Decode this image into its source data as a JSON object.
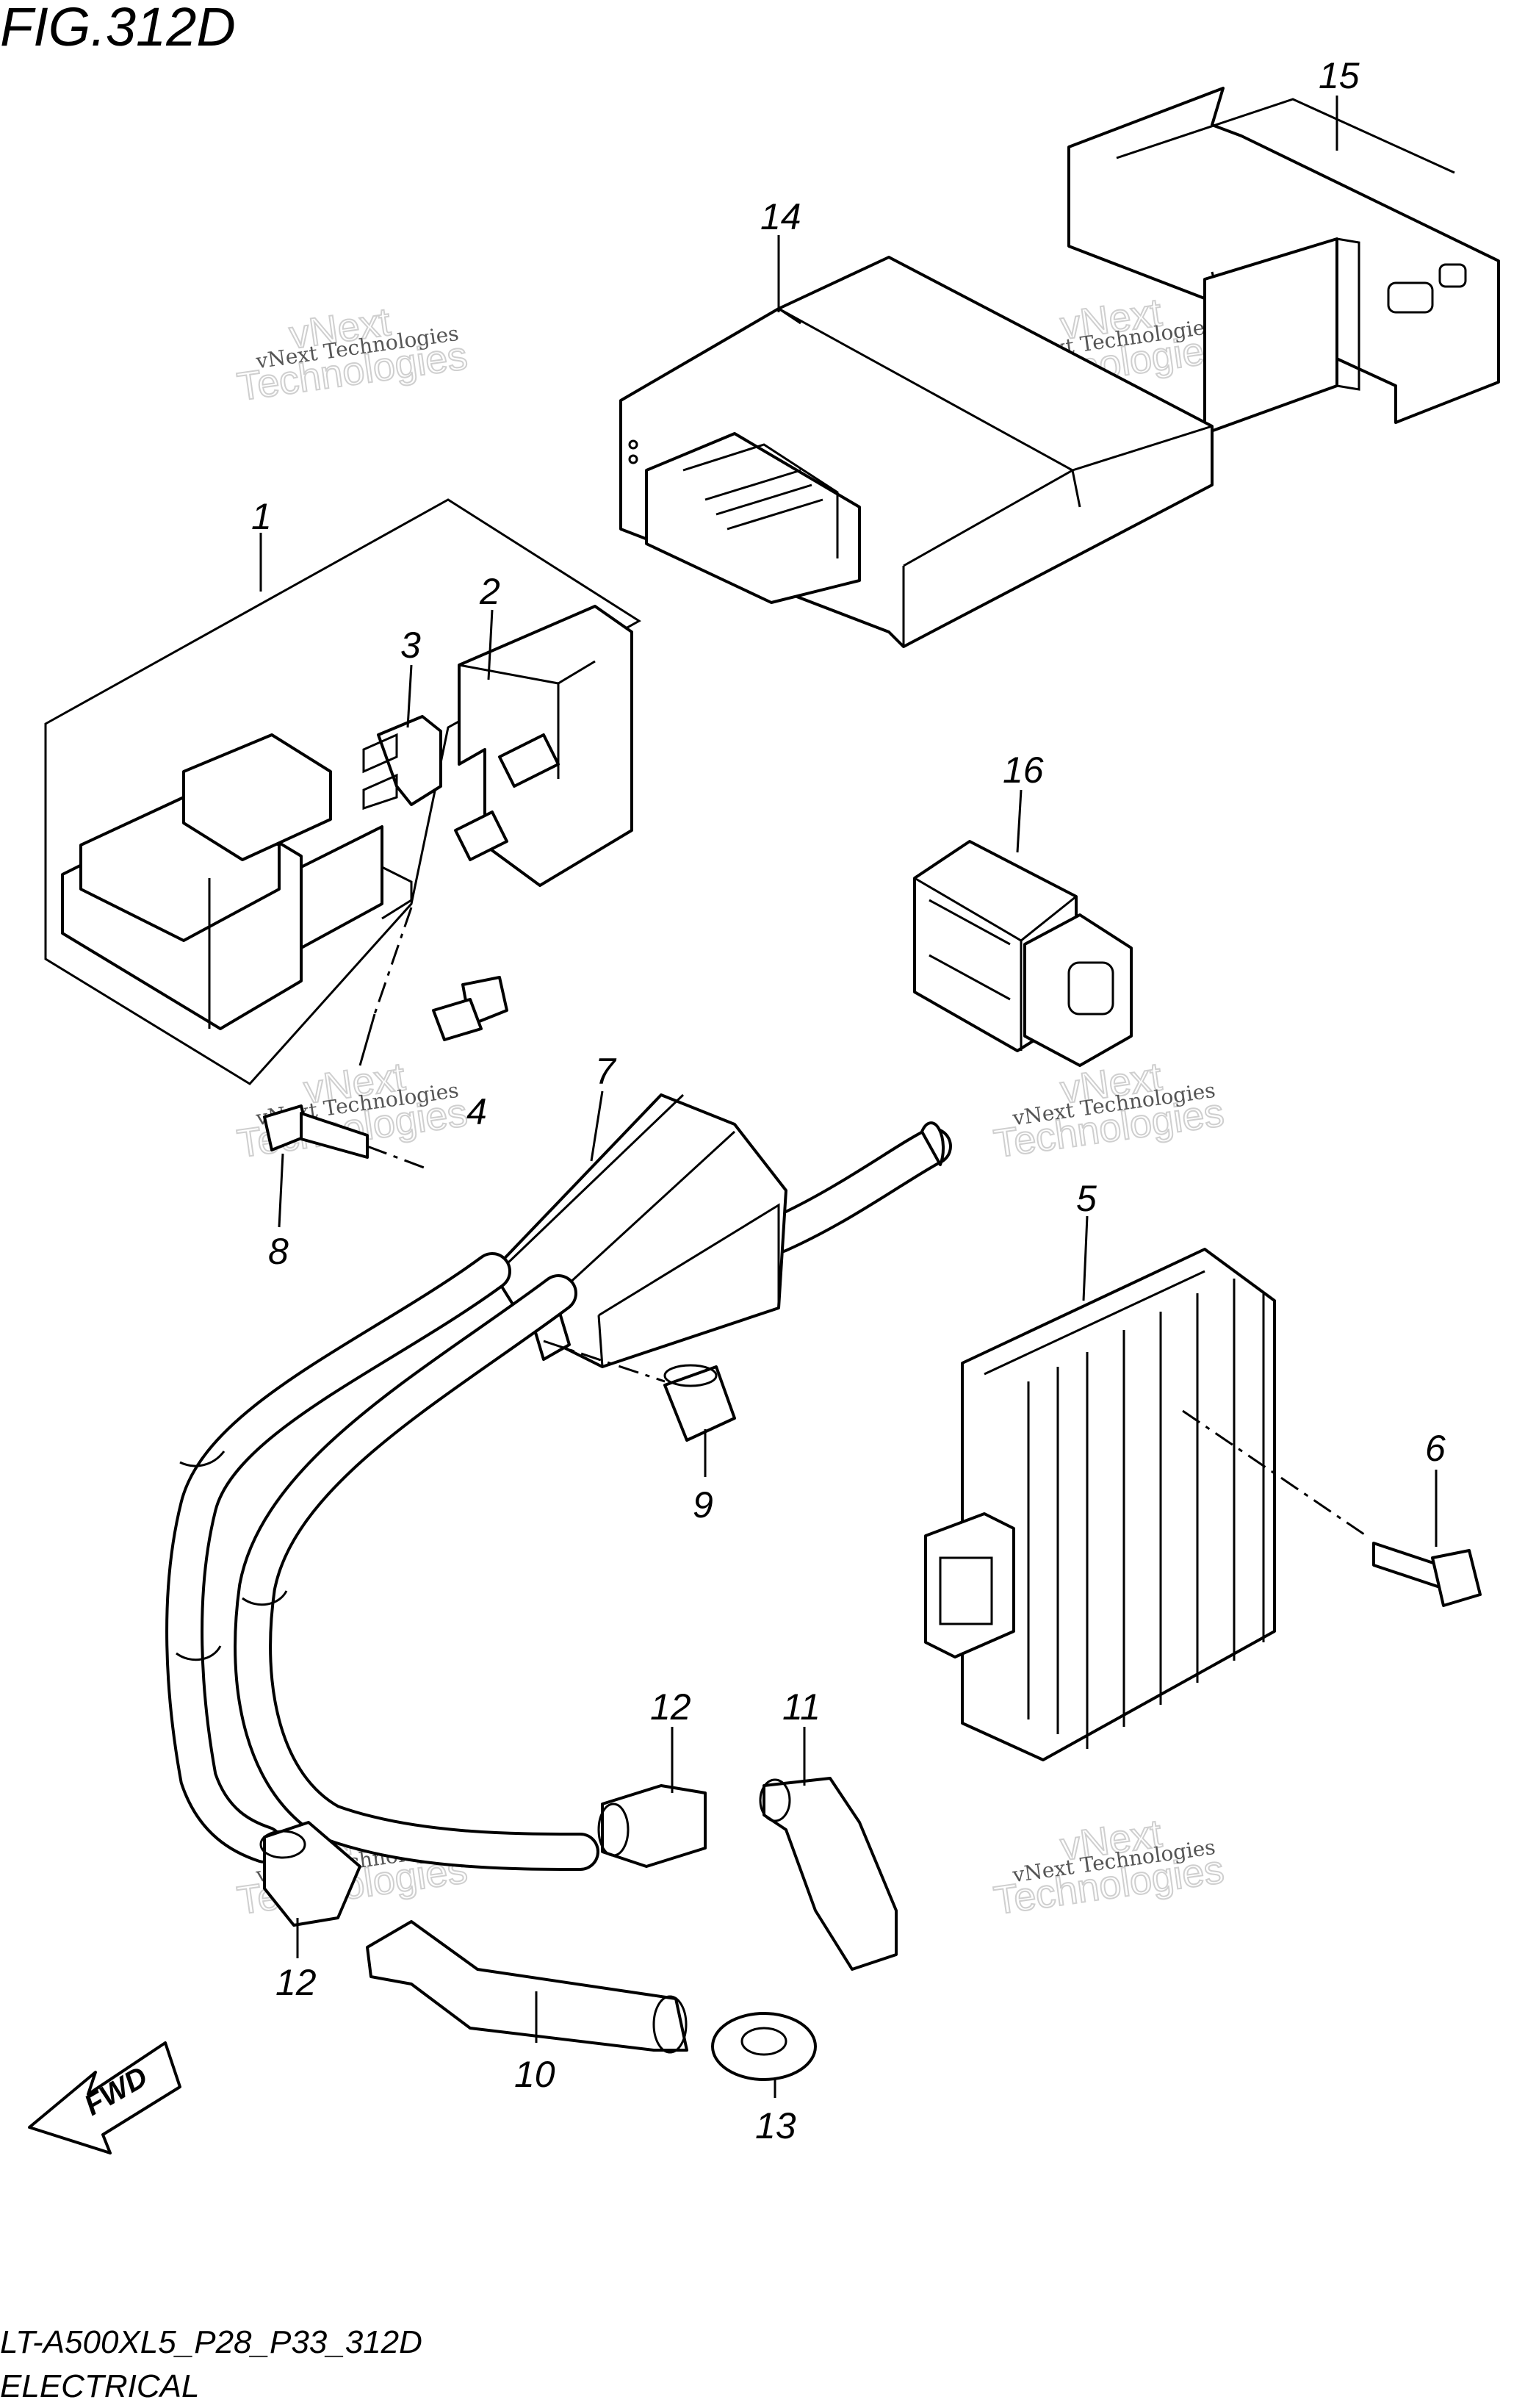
{
  "figure": {
    "title": "FIG.312D",
    "model_code": "LT-A500XL5_P28_P33_312D",
    "section": "ELECTRICAL"
  },
  "watermark": {
    "small": "vNext Technologies",
    "big_line1": "vNext",
    "big_line2": "Technologies"
  },
  "fwd_label": "FWD",
  "callouts": [
    {
      "id": "c1",
      "label": "1"
    },
    {
      "id": "c2",
      "label": "2"
    },
    {
      "id": "c3",
      "label": "3"
    },
    {
      "id": "c4",
      "label": "4"
    },
    {
      "id": "c5",
      "label": "5"
    },
    {
      "id": "c6",
      "label": "6"
    },
    {
      "id": "c7",
      "label": "7"
    },
    {
      "id": "c8",
      "label": "8"
    },
    {
      "id": "c9",
      "label": "9"
    },
    {
      "id": "c10",
      "label": "10"
    },
    {
      "id": "c11",
      "label": "11"
    },
    {
      "id": "c12a",
      "label": "12"
    },
    {
      "id": "c12b",
      "label": "12"
    },
    {
      "id": "c13",
      "label": "13"
    },
    {
      "id": "c14",
      "label": "14"
    },
    {
      "id": "c15",
      "label": "15"
    },
    {
      "id": "c16",
      "label": "16"
    }
  ]
}
